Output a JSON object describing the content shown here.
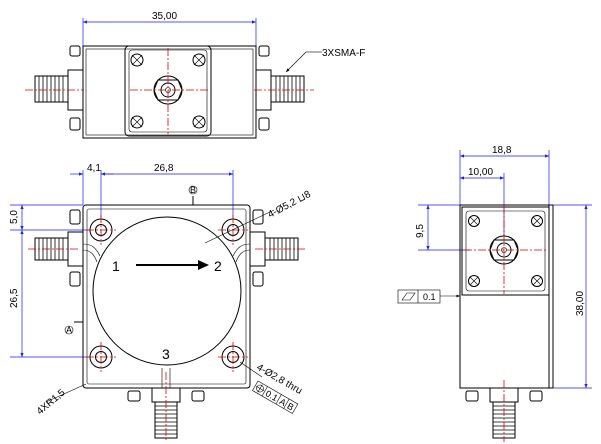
{
  "top_view": {
    "width_dim": "35,00",
    "connector_note": "3XSMA-F"
  },
  "front_view": {
    "dim_4_1": "4,1",
    "dim_26_8": "26,8",
    "dim_5_0": "5,0",
    "dim_26_5": "26,5",
    "hole_note_top": "4-Ø5,2 ⊔8",
    "hole_note_bottom": "4-Ø2,8 thru",
    "radius_note": "4XR1,5",
    "port_1": "1",
    "port_2": "2",
    "port_3": "3",
    "datum_b": "B",
    "datum_a": "A",
    "tol_value": "0.1",
    "tol_datum_a": "A",
    "tol_datum_b": "B"
  },
  "side_view": {
    "dim_18_8": "18,8",
    "dim_10_00": "10,00",
    "dim_9_5": "9,5",
    "dim_38_00": "38,00",
    "flatness_value": "0.1"
  }
}
